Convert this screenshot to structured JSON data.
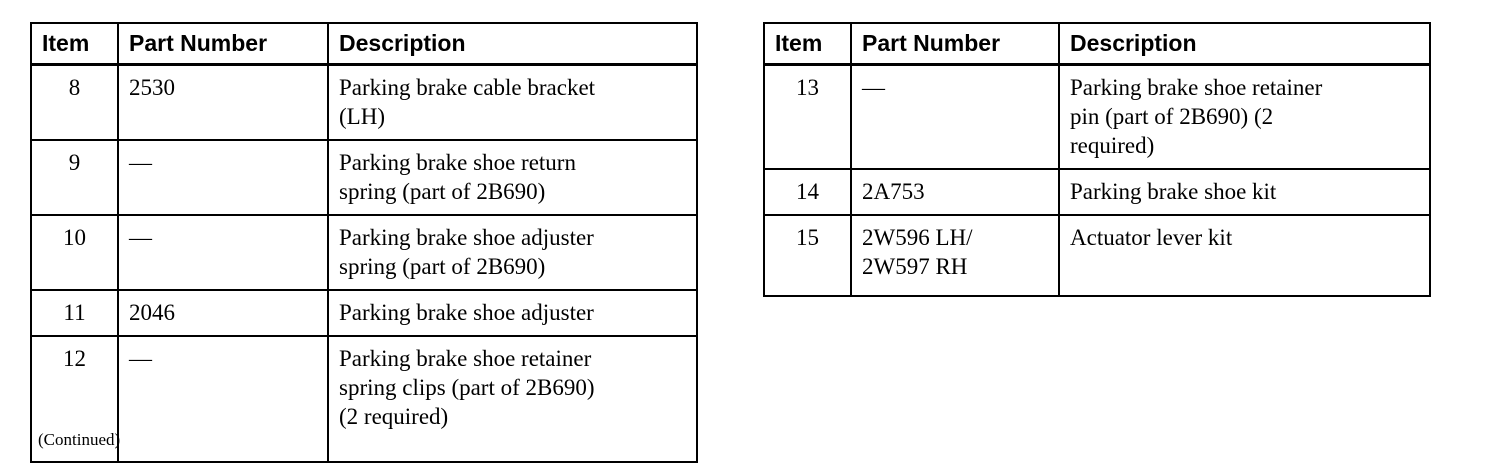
{
  "document": {
    "caption": "(Continued)"
  },
  "columns": {
    "item": "Item",
    "part_number": "Part Number",
    "description": "Description"
  },
  "tables": [
    {
      "id": "left",
      "headers": [
        "Item",
        "Part Number",
        "Description"
      ],
      "rows": [
        {
          "item": "8",
          "part_number": "2530",
          "description_lines": [
            "Parking brake cable bracket",
            "(LH)"
          ]
        },
        {
          "item": "9",
          "part_number": "—",
          "description_lines": [
            "Parking brake shoe return",
            "spring (part of 2B690)"
          ]
        },
        {
          "item": "10",
          "part_number": "—",
          "description_lines": [
            "Parking brake shoe adjuster",
            "spring (part of 2B690)"
          ]
        },
        {
          "item": "11",
          "part_number": "2046",
          "description_lines": [
            "Parking brake shoe adjuster"
          ]
        },
        {
          "item": "12",
          "part_number": "—",
          "description_lines": [
            "Parking brake shoe retainer",
            "spring clips (part of 2B690)",
            "(2 required)"
          ]
        }
      ]
    },
    {
      "id": "right",
      "headers": [
        "Item",
        "Part Number",
        "Description"
      ],
      "rows": [
        {
          "item": "13",
          "part_number": "—",
          "description_lines": [
            "Parking brake shoe retainer",
            "pin (part of 2B690) (2",
            "required)"
          ]
        },
        {
          "item": "14",
          "part_number": "2A753",
          "description_lines": [
            "Parking brake shoe kit"
          ]
        },
        {
          "item": "15",
          "part_number_lines": [
            "2W596 LH/",
            "2W597 RH"
          ],
          "description_lines": [
            "Actuator lever kit"
          ]
        }
      ]
    }
  ]
}
